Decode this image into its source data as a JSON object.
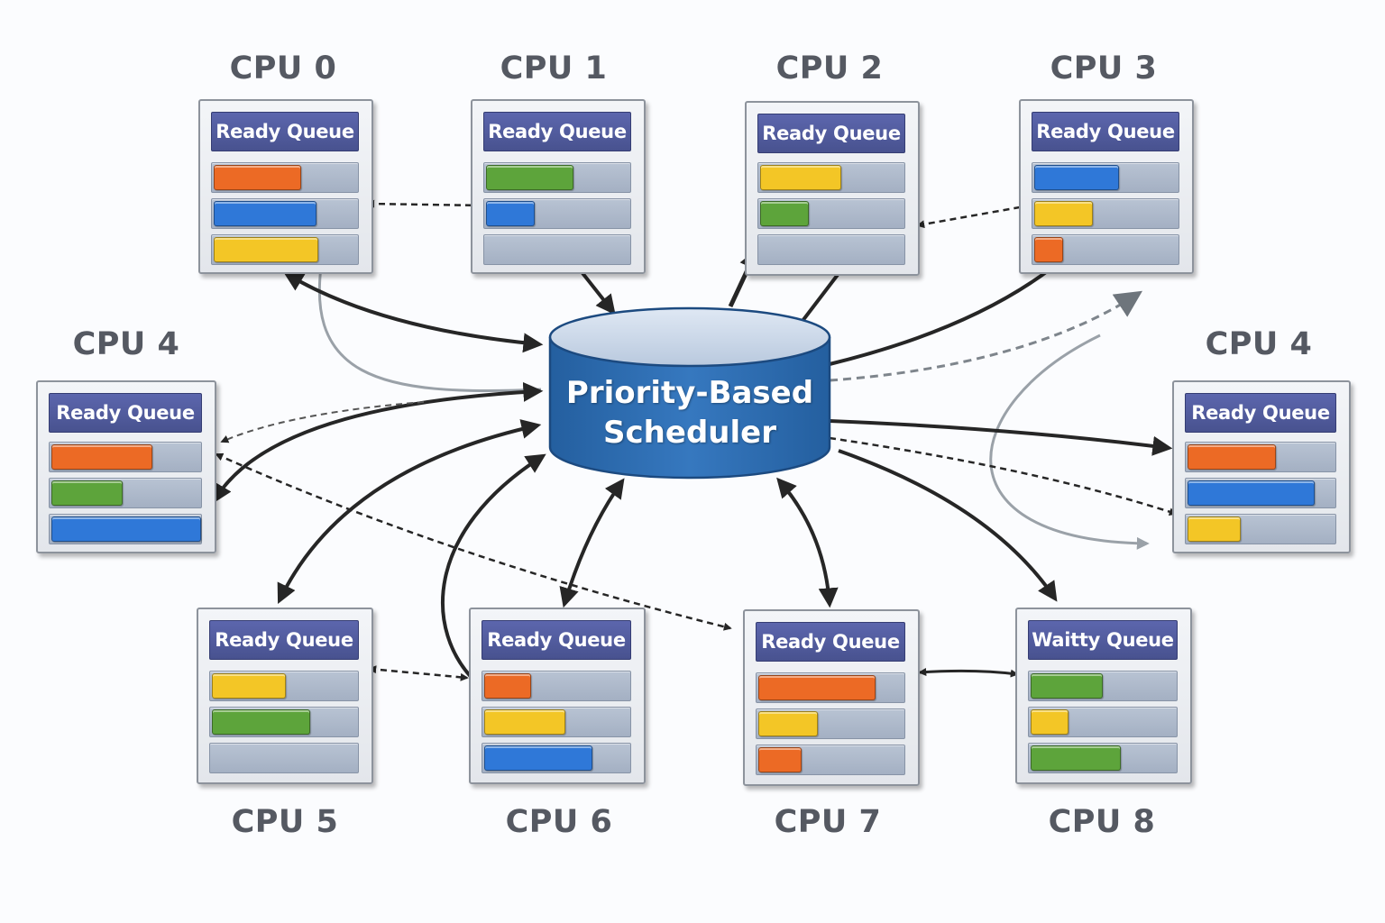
{
  "scheduler": {
    "line1": "Priority-Based",
    "line2": "Scheduler"
  },
  "colors": {
    "orange": "#ec6a25",
    "blue": "#2f78d8",
    "yellow": "#f3c626",
    "green": "#5da43b",
    "cylinder": "#2e6bb0",
    "header": "#4e58a0"
  },
  "cpus": [
    {
      "id": "cpu-0",
      "label": "CPU 0",
      "queue_title": "Ready Queue",
      "slots": [
        {
          "color": "orange",
          "fill": 0.6
        },
        {
          "color": "blue",
          "fill": 0.71
        },
        {
          "color": "yellow",
          "fill": 0.72
        }
      ]
    },
    {
      "id": "cpu-1",
      "label": "CPU 1",
      "queue_title": "Ready Queue",
      "slots": [
        {
          "color": "green",
          "fill": 0.6
        },
        {
          "color": "blue",
          "fill": 0.33
        },
        {
          "color": "",
          "fill": 0
        }
      ]
    },
    {
      "id": "cpu-2",
      "label": "CPU 2",
      "queue_title": "Ready Queue",
      "slots": [
        {
          "color": "yellow",
          "fill": 0.56
        },
        {
          "color": "green",
          "fill": 0.33
        },
        {
          "color": "",
          "fill": 0
        }
      ]
    },
    {
      "id": "cpu-3",
      "label": "CPU 3",
      "queue_title": "Ready Queue",
      "slots": [
        {
          "color": "blue",
          "fill": 0.58
        },
        {
          "color": "yellow",
          "fill": 0.4
        },
        {
          "color": "orange",
          "fill": 0.19
        }
      ]
    },
    {
      "id": "cpu-4-left",
      "label": "CPU 4",
      "queue_title": "Ready Queue",
      "slots": [
        {
          "color": "orange",
          "fill": 0.67
        },
        {
          "color": "green",
          "fill": 0.47
        },
        {
          "color": "blue",
          "fill": 1.0
        }
      ]
    },
    {
      "id": "cpu-4-right",
      "label": "CPU 4",
      "queue_title": "Ready Queue",
      "slots": [
        {
          "color": "orange",
          "fill": 0.59
        },
        {
          "color": "blue",
          "fill": 0.86
        },
        {
          "color": "yellow",
          "fill": 0.35
        }
      ]
    },
    {
      "id": "cpu-5",
      "label": "CPU 5",
      "queue_title": "Ready Queue",
      "slots": [
        {
          "color": "yellow",
          "fill": 0.5
        },
        {
          "color": "green",
          "fill": 0.67
        },
        {
          "color": "",
          "fill": 0
        }
      ]
    },
    {
      "id": "cpu-6",
      "label": "CPU 6",
      "queue_title": "Ready Queue",
      "slots": [
        {
          "color": "orange",
          "fill": 0.31
        },
        {
          "color": "yellow",
          "fill": 0.55
        },
        {
          "color": "blue",
          "fill": 0.74
        }
      ]
    },
    {
      "id": "cpu-7",
      "label": "CPU 7",
      "queue_title": "Ready Queue",
      "slots": [
        {
          "color": "orange",
          "fill": 0.8
        },
        {
          "color": "yellow",
          "fill": 0.4
        },
        {
          "color": "orange",
          "fill": 0.29
        }
      ]
    },
    {
      "id": "cpu-8",
      "label": "CPU 8",
      "queue_title": "Waitty Queue",
      "slots": [
        {
          "color": "green",
          "fill": 0.49
        },
        {
          "color": "yellow",
          "fill": 0.25
        },
        {
          "color": "green",
          "fill": 0.61
        }
      ]
    }
  ]
}
